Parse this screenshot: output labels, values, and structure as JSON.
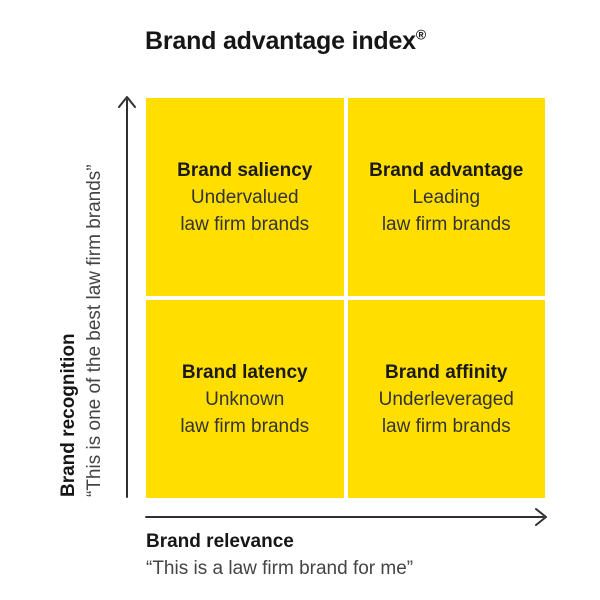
{
  "title": {
    "text": "Brand advantage index",
    "registered_mark": "®"
  },
  "quadrants": {
    "top_left": {
      "heading": "Brand saliency",
      "sub_line1": "Undervalued",
      "sub_line2": "law firm brands"
    },
    "top_right": {
      "heading": "Brand advantage",
      "sub_line1": "Leading",
      "sub_line2": "law firm brands"
    },
    "bottom_left": {
      "heading": "Brand latency",
      "sub_line1": "Unknown",
      "sub_line2": "law firm brands"
    },
    "bottom_right": {
      "heading": "Brand affinity",
      "sub_line1": "Underleveraged",
      "sub_line2": "law firm brands"
    }
  },
  "axes": {
    "y": {
      "label": "Brand recognition",
      "quote": "“This is one of the best law firm brands”"
    },
    "x": {
      "label": "Brand relevance",
      "quote": "“This is a law firm brand for me”"
    }
  },
  "icons": {
    "y_axis_arrow": "arrow-up",
    "x_axis_arrow": "arrow-right"
  },
  "colors": {
    "quadrant_yellow": "#FFDE00",
    "heading_text": "#1a1a1a",
    "sub_text": "#333333",
    "axis_line": "#303030",
    "background": "#ffffff"
  }
}
